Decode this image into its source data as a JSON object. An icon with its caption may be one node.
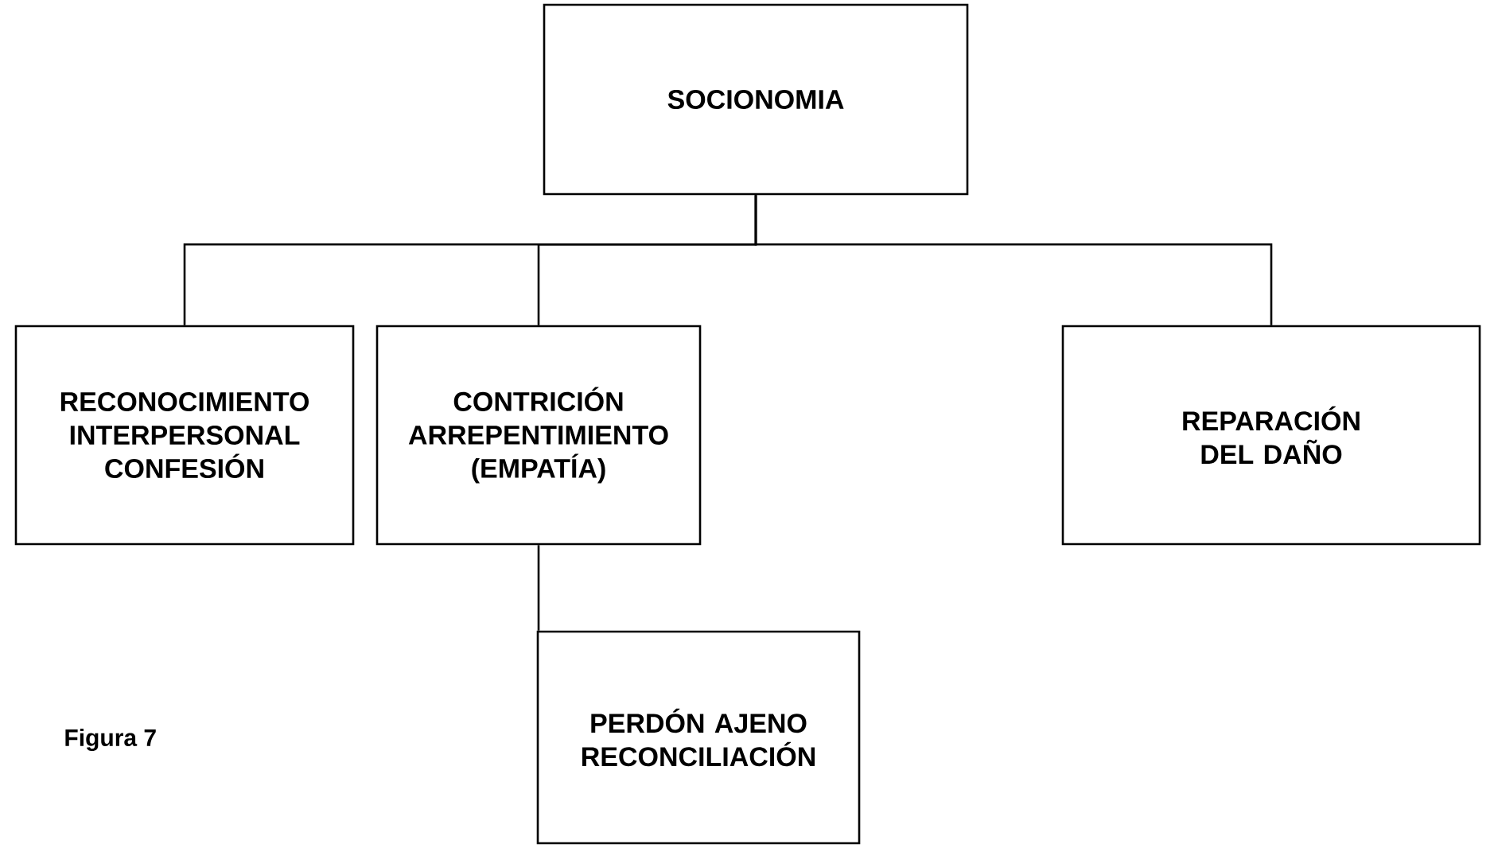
{
  "diagram": {
    "nodes": [
      {
        "text": [
          "SOCIONOMIA"
        ]
      },
      {
        "text": [
          "RECONOCIMIENTO INTERPERSONAL CONFESIÓN"
        ]
      },
      {
        "text": [
          "CONTRICIÓN ARREPENTIMIENTO (EMPATÍA)"
        ]
      },
      {
        "text": [
          "REPARACIÓN DEL DAÑO"
        ]
      },
      {
        "text": [
          "PERDÓN AJENO RECONCILIACIÓN"
        ]
      }
    ],
    "edges": [
      {
        "from": 0,
        "to": 1,
        "arrow": "none"
      },
      {
        "from": 0,
        "to": 2,
        "arrow": "none"
      },
      {
        "from": 0,
        "to": 3,
        "arrow": "none"
      },
      {
        "from": 2,
        "to": 4,
        "arrow": "none"
      }
    ],
    "labels": [
      "Figura 7"
    ]
  }
}
